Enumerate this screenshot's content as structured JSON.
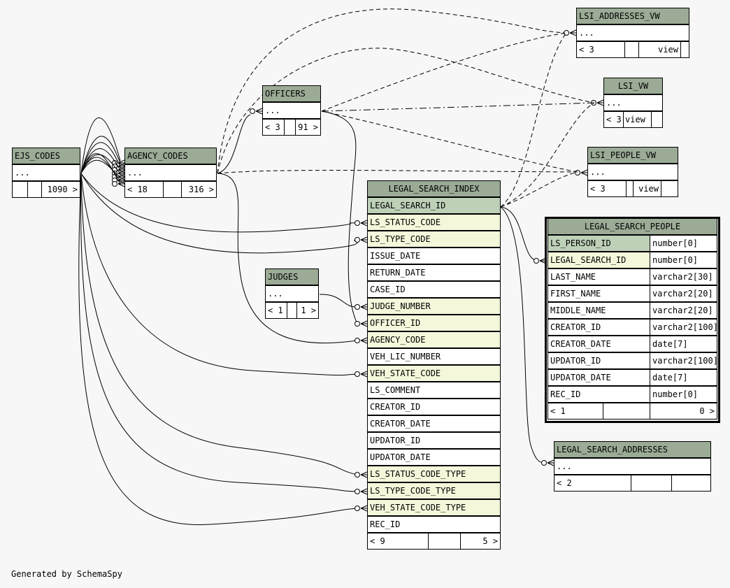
{
  "tables": {
    "lsi_addresses_vw": {
      "name": "LSI_ADDRESSES_VW",
      "row": "...",
      "footer": [
        "< 3",
        "",
        "view"
      ]
    },
    "lsi_vw": {
      "name": "LSI_VW",
      "row": "...",
      "footer": [
        "< 3",
        "view"
      ]
    },
    "lsi_people_vw": {
      "name": "LSI_PEOPLE_VW",
      "row": "...",
      "footer": [
        "< 3",
        "",
        "view"
      ]
    },
    "officers": {
      "name": "OFFICERS",
      "row": "...",
      "footer": [
        "< 3",
        "",
        "91 >"
      ]
    },
    "ejs_codes": {
      "name": "EJS_CODES",
      "row": "...",
      "footer": [
        "",
        "",
        "1090 >"
      ]
    },
    "agency_codes": {
      "name": "AGENCY_CODES",
      "row": "...",
      "footer": [
        "< 18",
        "",
        "316 >"
      ]
    },
    "judges": {
      "name": "JUDGES",
      "row": "...",
      "footer": [
        "< 1",
        "",
        "1 >"
      ]
    },
    "legal_search_index": {
      "name": "LEGAL_SEARCH_INDEX",
      "columns": [
        "LEGAL_SEARCH_ID",
        "LS_STATUS_CODE",
        "LS_TYPE_CODE",
        "ISSUE_DATE",
        "RETURN_DATE",
        "CASE_ID",
        "JUDGE_NUMBER",
        "OFFICER_ID",
        "AGENCY_CODE",
        "VEH_LIC_NUMBER",
        "VEH_STATE_CODE",
        "LS_COMMENT",
        "CREATOR_ID",
        "CREATOR_DATE",
        "UPDATOR_ID",
        "UPDATOR_DATE",
        "LS_STATUS_CODE_TYPE",
        "LS_TYPE_CODE_TYPE",
        "VEH_STATE_CODE_TYPE",
        "REC_ID"
      ],
      "footer": [
        "< 9",
        "",
        "5 >"
      ]
    },
    "legal_search_people": {
      "name": "LEGAL_SEARCH_PEOPLE",
      "columns": [
        {
          "name": "LS_PERSON_ID",
          "type": "number[0]"
        },
        {
          "name": "LEGAL_SEARCH_ID",
          "type": "number[0]"
        },
        {
          "name": "LAST_NAME",
          "type": "varchar2[30]"
        },
        {
          "name": "FIRST_NAME",
          "type": "varchar2[20]"
        },
        {
          "name": "MIDDLE_NAME",
          "type": "varchar2[20]"
        },
        {
          "name": "CREATOR_ID",
          "type": "varchar2[100]"
        },
        {
          "name": "CREATOR_DATE",
          "type": "date[7]"
        },
        {
          "name": "UPDATOR_ID",
          "type": "varchar2[100]"
        },
        {
          "name": "UPDATOR_DATE",
          "type": "date[7]"
        },
        {
          "name": "REC_ID",
          "type": "number[0]"
        }
      ],
      "footer": [
        "< 1",
        "",
        "0 >"
      ]
    },
    "legal_search_addresses": {
      "name": "LEGAL_SEARCH_ADDRESSES",
      "row": "...",
      "footer": [
        "< 2",
        "",
        ""
      ]
    }
  },
  "credit": "Generated by SchemaSpy"
}
